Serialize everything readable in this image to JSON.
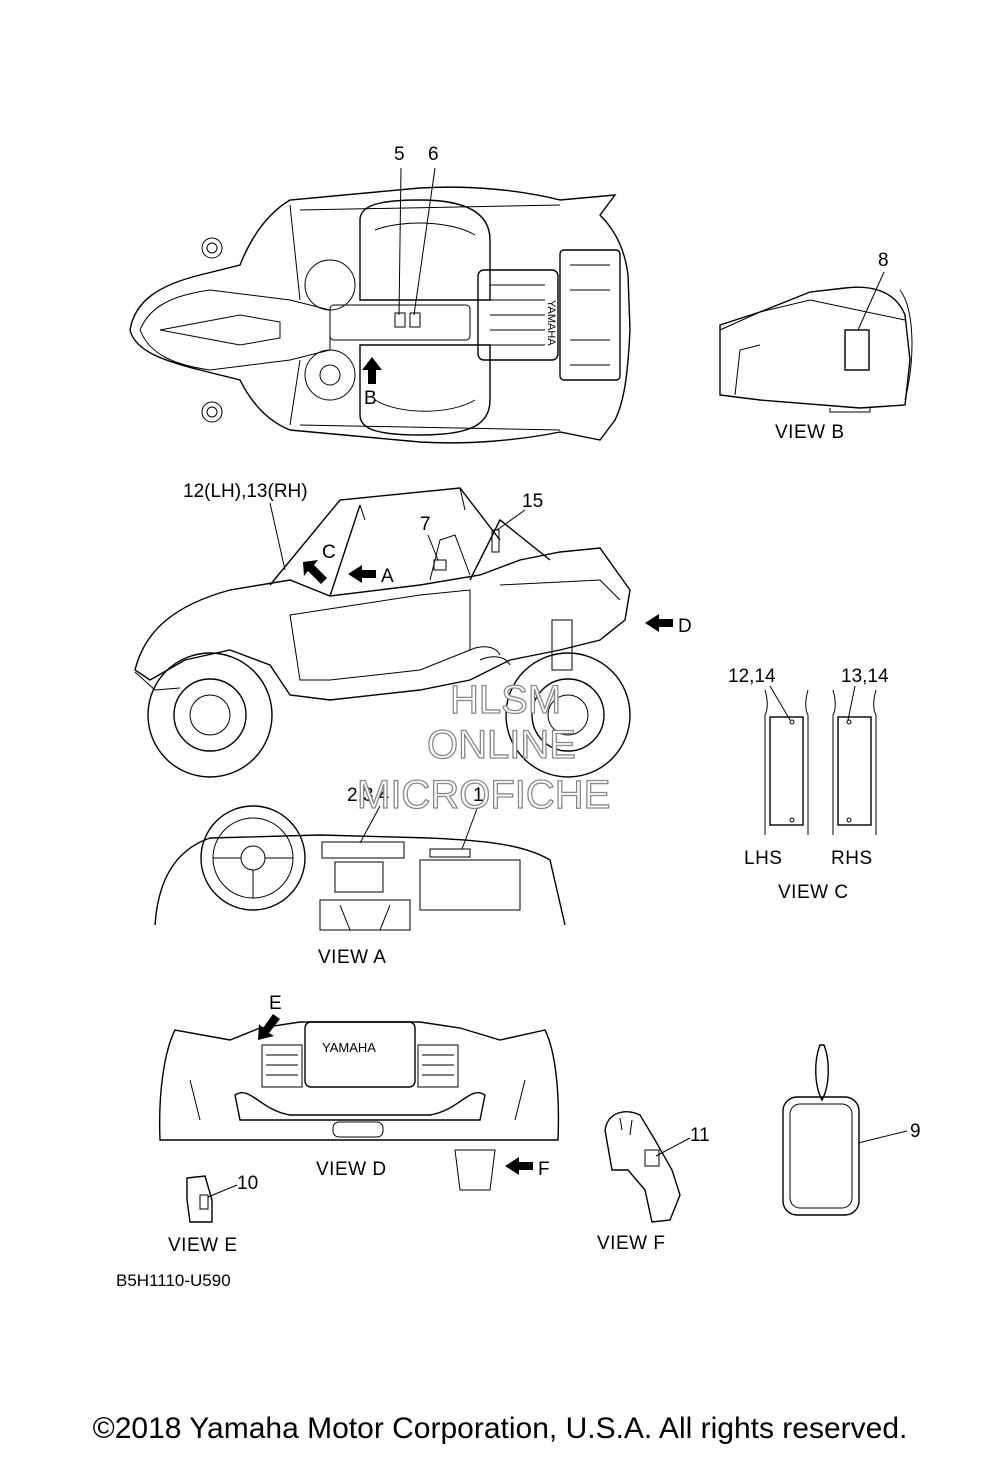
{
  "callouts": {
    "n5": "5",
    "n6": "6",
    "n8": "8",
    "nB": "B",
    "n12_13": "12(LH),13(RH)",
    "n15": "15",
    "n7": "7",
    "nC": "C",
    "nA": "A",
    "nD": "D",
    "n12_14": "12,14",
    "n13_14": "13,14",
    "n234": "2,3,4",
    "n1": "1",
    "nE": "E",
    "n11": "11",
    "n9": "9",
    "nF": "F",
    "n10": "10"
  },
  "views": {
    "view_b": "VIEW B",
    "view_c": "VIEW C",
    "view_a": "VIEW A",
    "view_d": "VIEW D",
    "view_e": "VIEW E",
    "view_f": "VIEW F"
  },
  "sides": {
    "lhs": "LHS",
    "rhs": "RHS"
  },
  "brand": {
    "yamaha_vertical": "YAMAHA",
    "yamaha_rear": "YAMAHA"
  },
  "watermark": {
    "line1": "HLSM",
    "line2": "ONLINE",
    "line3": "MICROFICHE"
  },
  "diagram_code": "B5H1110-U590",
  "copyright": "©2018 Yamaha Motor Corporation, U.S.A. All rights reserved."
}
